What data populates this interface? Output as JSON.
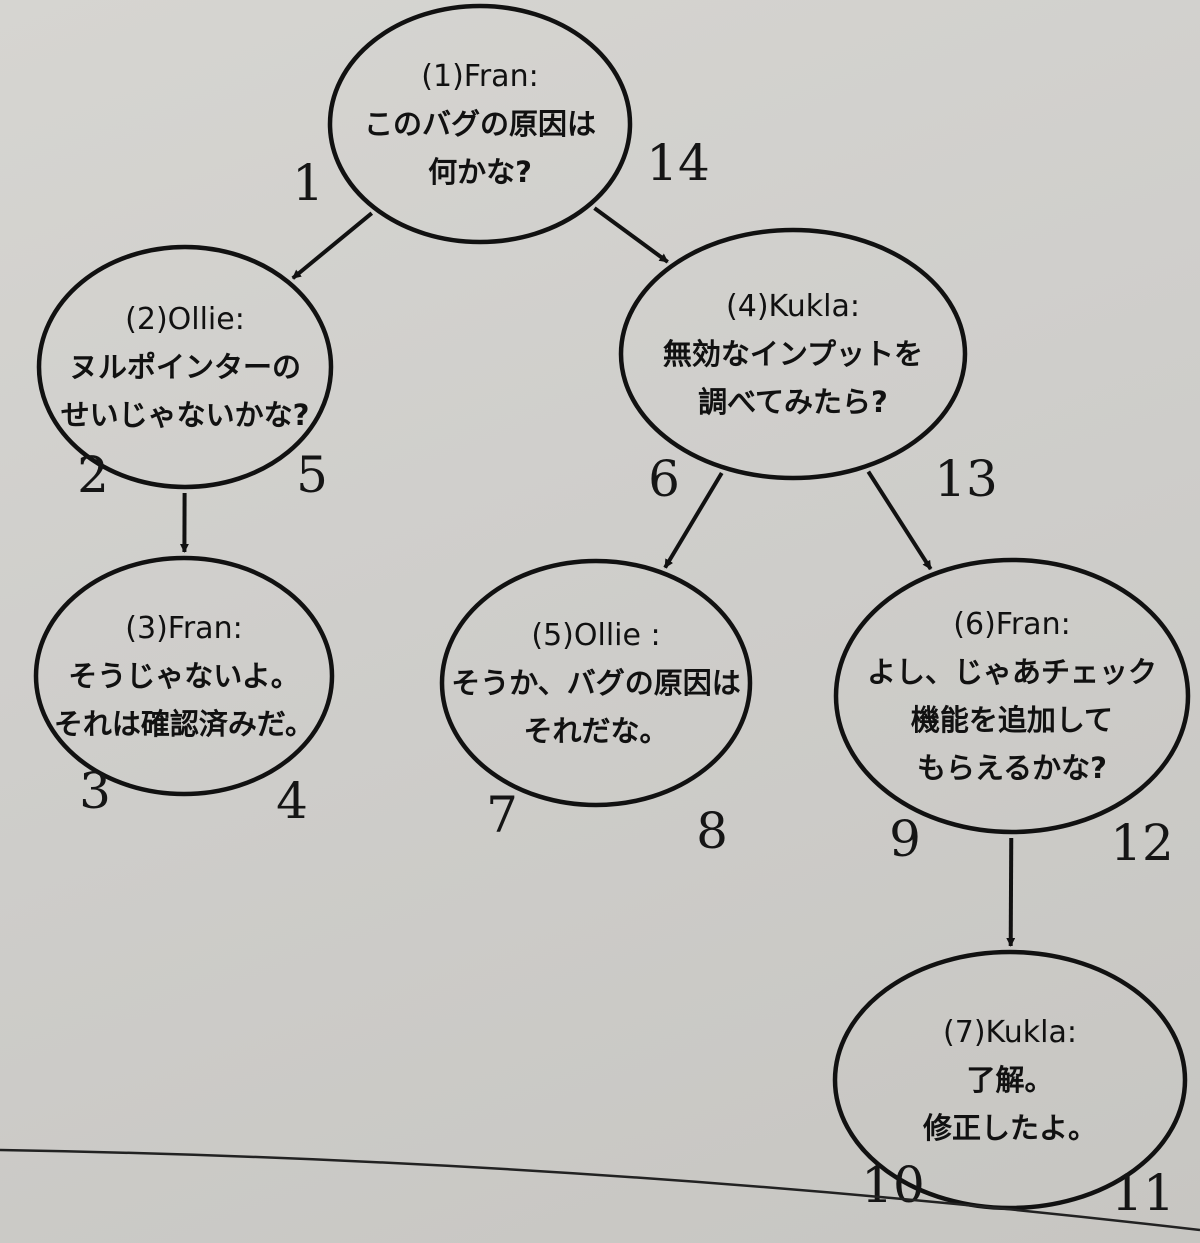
{
  "nodes": [
    {
      "id": 1,
      "title": "(1)Fran:",
      "lines": [
        "このバグの原因は",
        "何かな?"
      ],
      "left_num": "1",
      "right_num": "14"
    },
    {
      "id": 2,
      "title": "(2)Ollie:",
      "lines": [
        "ヌルポインターの",
        "せいじゃないかな?"
      ],
      "left_num": "2",
      "right_num": "5"
    },
    {
      "id": 3,
      "title": "(3)Fran:",
      "lines": [
        "そうじゃないよ。",
        "それは確認済みだ。"
      ],
      "left_num": "3",
      "right_num": "4"
    },
    {
      "id": 4,
      "title": "(4)Kukla:",
      "lines": [
        "無効なインプットを",
        "調べてみたら?"
      ],
      "left_num": "6",
      "right_num": "13"
    },
    {
      "id": 5,
      "title": "(5)Ollie :",
      "lines": [
        "そうか、バグの原因は",
        "それだな。"
      ],
      "left_num": "7",
      "right_num": "8"
    },
    {
      "id": 6,
      "title": "(6)Fran:",
      "lines": [
        "よし、じゃあチェック",
        "機能を追加して",
        "もらえるかな?"
      ],
      "left_num": "9",
      "right_num": "12"
    },
    {
      "id": 7,
      "title": "(7)Kukla:",
      "lines": [
        "了解。",
        "修正したよ。"
      ],
      "left_num": "10",
      "right_num": "11"
    }
  ],
  "edges": [
    {
      "from": 1,
      "to": 2
    },
    {
      "from": 1,
      "to": 4
    },
    {
      "from": 2,
      "to": 3
    },
    {
      "from": 4,
      "to": 5
    },
    {
      "from": 4,
      "to": 6
    },
    {
      "from": 6,
      "to": 7
    }
  ],
  "colors": {
    "ink": "#111111",
    "paper": "#d2d1cd"
  }
}
